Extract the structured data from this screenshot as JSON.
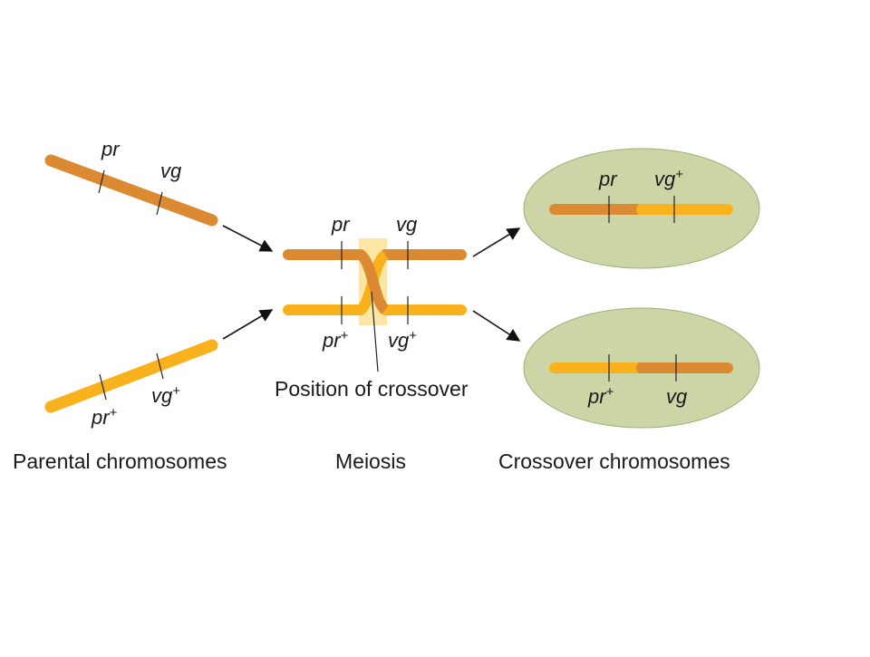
{
  "colors": {
    "dark_chromosome": "#dc8a32",
    "light_chromosome": "#f9b21c",
    "crossover_highlight": "#fbe6a6",
    "cell_fill": "#cbd5a6",
    "cell_edge": "#9fae78",
    "arrow": "#111111"
  },
  "parental": {
    "caption": "Parental chromosomes",
    "top": {
      "locus1": "pr",
      "locus2": "vg",
      "sup1": "",
      "sup2": ""
    },
    "bottom": {
      "locus1": "pr",
      "locus2": "vg",
      "sup1": "+",
      "sup2": "+"
    }
  },
  "meiosis": {
    "caption": "Meiosis",
    "crossover_label": "Position of crossover",
    "top": {
      "locus1": "pr",
      "locus2": "vg",
      "sup1": "",
      "sup2": ""
    },
    "bottom": {
      "locus1": "pr",
      "locus2": "vg",
      "sup1": "+",
      "sup2": "+"
    }
  },
  "crossover": {
    "caption": "Crossover chromosomes",
    "top": {
      "locus1": "pr",
      "locus2": "vg",
      "sup1": "",
      "sup2": "+"
    },
    "bottom": {
      "locus1": "pr",
      "locus2": "vg",
      "sup1": "+",
      "sup2": ""
    }
  }
}
